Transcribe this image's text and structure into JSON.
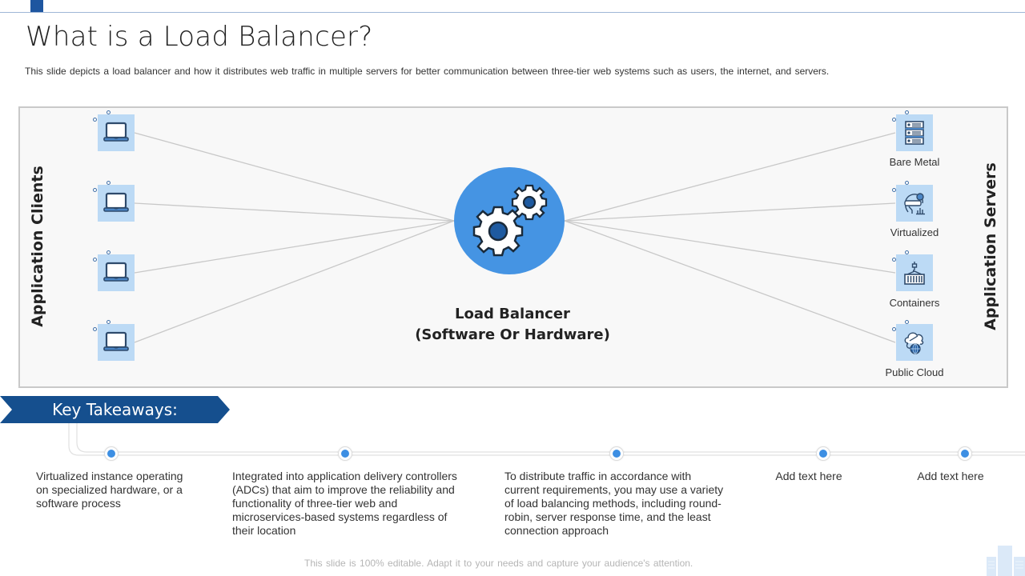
{
  "header": {
    "title": "What is a Load Balancer?",
    "subtitle": "This slide depicts a load balancer and how it distributes web traffic in multiple servers  for better communication between three-tier web systems such as users, the internet, and servers."
  },
  "diagram": {
    "left_label": "Application Clients",
    "right_label": "Application Servers",
    "clients": [
      {
        "icon": "laptop-icon"
      },
      {
        "icon": "laptop-icon"
      },
      {
        "icon": "laptop-icon"
      },
      {
        "icon": "laptop-icon"
      }
    ],
    "center": {
      "icon": "gears-icon",
      "title_line1": "Load Balancer",
      "title_line2": "(Software Or Hardware)"
    },
    "servers": [
      {
        "label": "Bare Metal",
        "icon": "server-rack-icon"
      },
      {
        "label": "Virtualized",
        "icon": "vr-headset-icon"
      },
      {
        "label": "Containers",
        "icon": "shipping-container-icon"
      },
      {
        "label": "Public Cloud",
        "icon": "cloud-globe-icon"
      }
    ],
    "colors": {
      "tile": "#bcdaf5",
      "circle": "#4594e3",
      "icon_stroke": "#2e4a6b",
      "icon_accent": "#1e5aa0",
      "line": "#c8c8c8"
    }
  },
  "key_takeaways": {
    "heading": "Key Takeaways:",
    "banner_color": "#154f8e",
    "dot_color": "#3d8fe3",
    "items": [
      {
        "text": "Virtualized instance operating on specialized hardware, or a software process"
      },
      {
        "text": "Integrated into application delivery controllers (ADCs) that aim to improve the reliability and functionality of three-tier web and microservices-based systems regardless of their location"
      },
      {
        "text": "To distribute traffic in accordance with current requirements, you may use a variety of load balancing methods, including round-robin, server response time, and the least connection approach"
      },
      {
        "text": "Add text here"
      },
      {
        "text": "Add text here"
      }
    ]
  },
  "footer": {
    "note": "This slide is 100% editable. Adapt it to your needs and capture your audience's attention."
  }
}
